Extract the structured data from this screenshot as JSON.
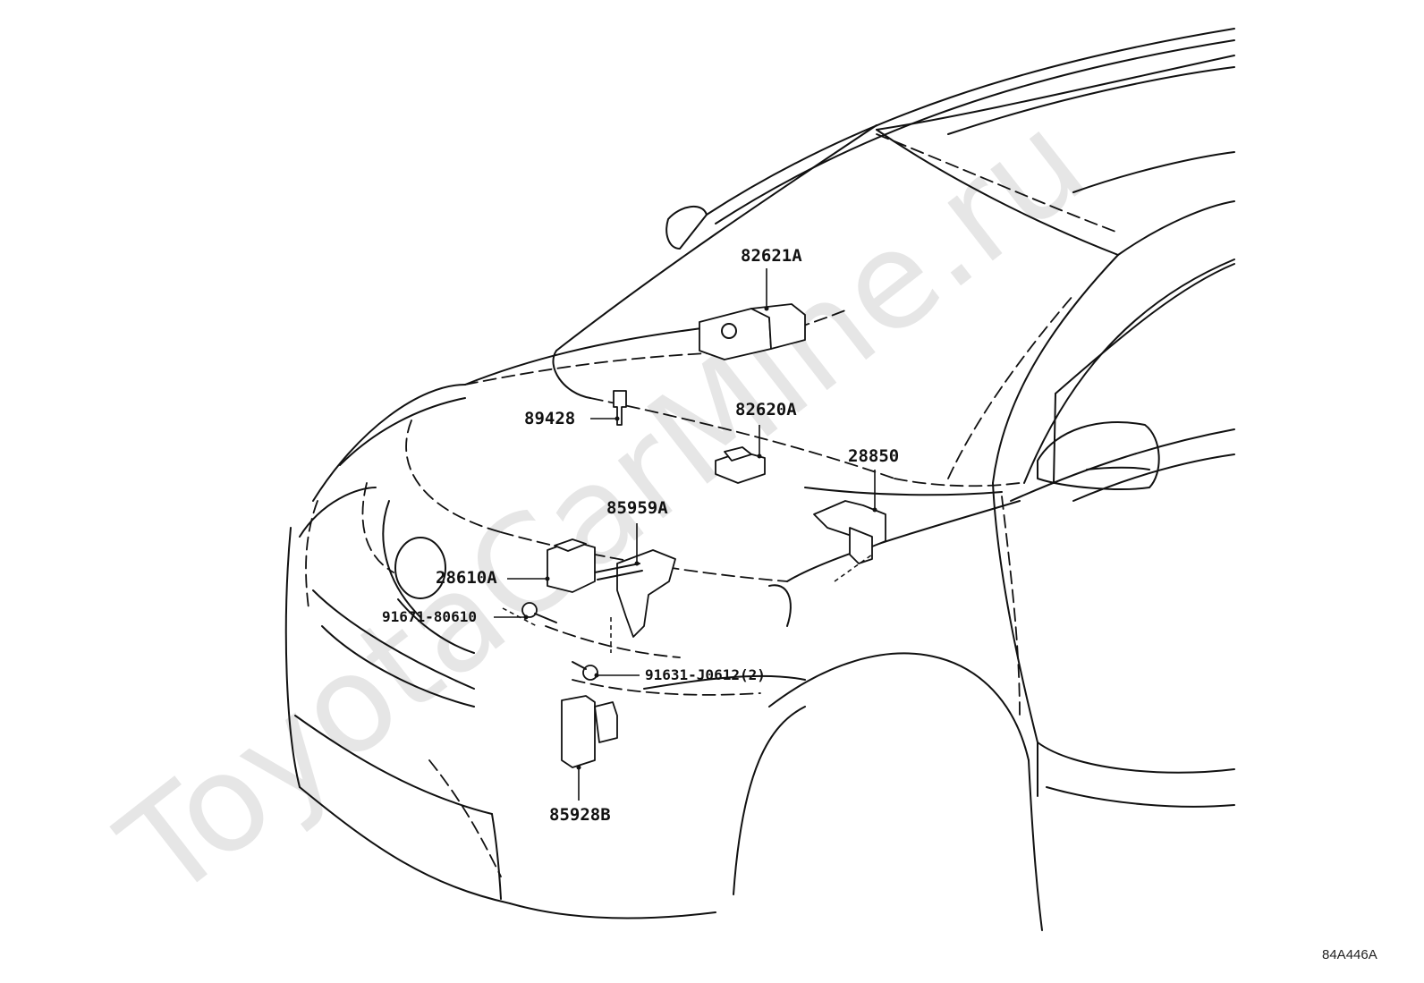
{
  "watermark": "ToyotaCarMine.ru",
  "diagram_ref": "84A446A",
  "parts": {
    "p82621": "82621A",
    "p82620": "82620A",
    "p89428": "89428",
    "p28850": "28850",
    "p85959": "85959A",
    "p28610": "28610A",
    "p91671": "91671-80610",
    "p91631": "91631-J0612(2)",
    "p85928": "85928B"
  }
}
